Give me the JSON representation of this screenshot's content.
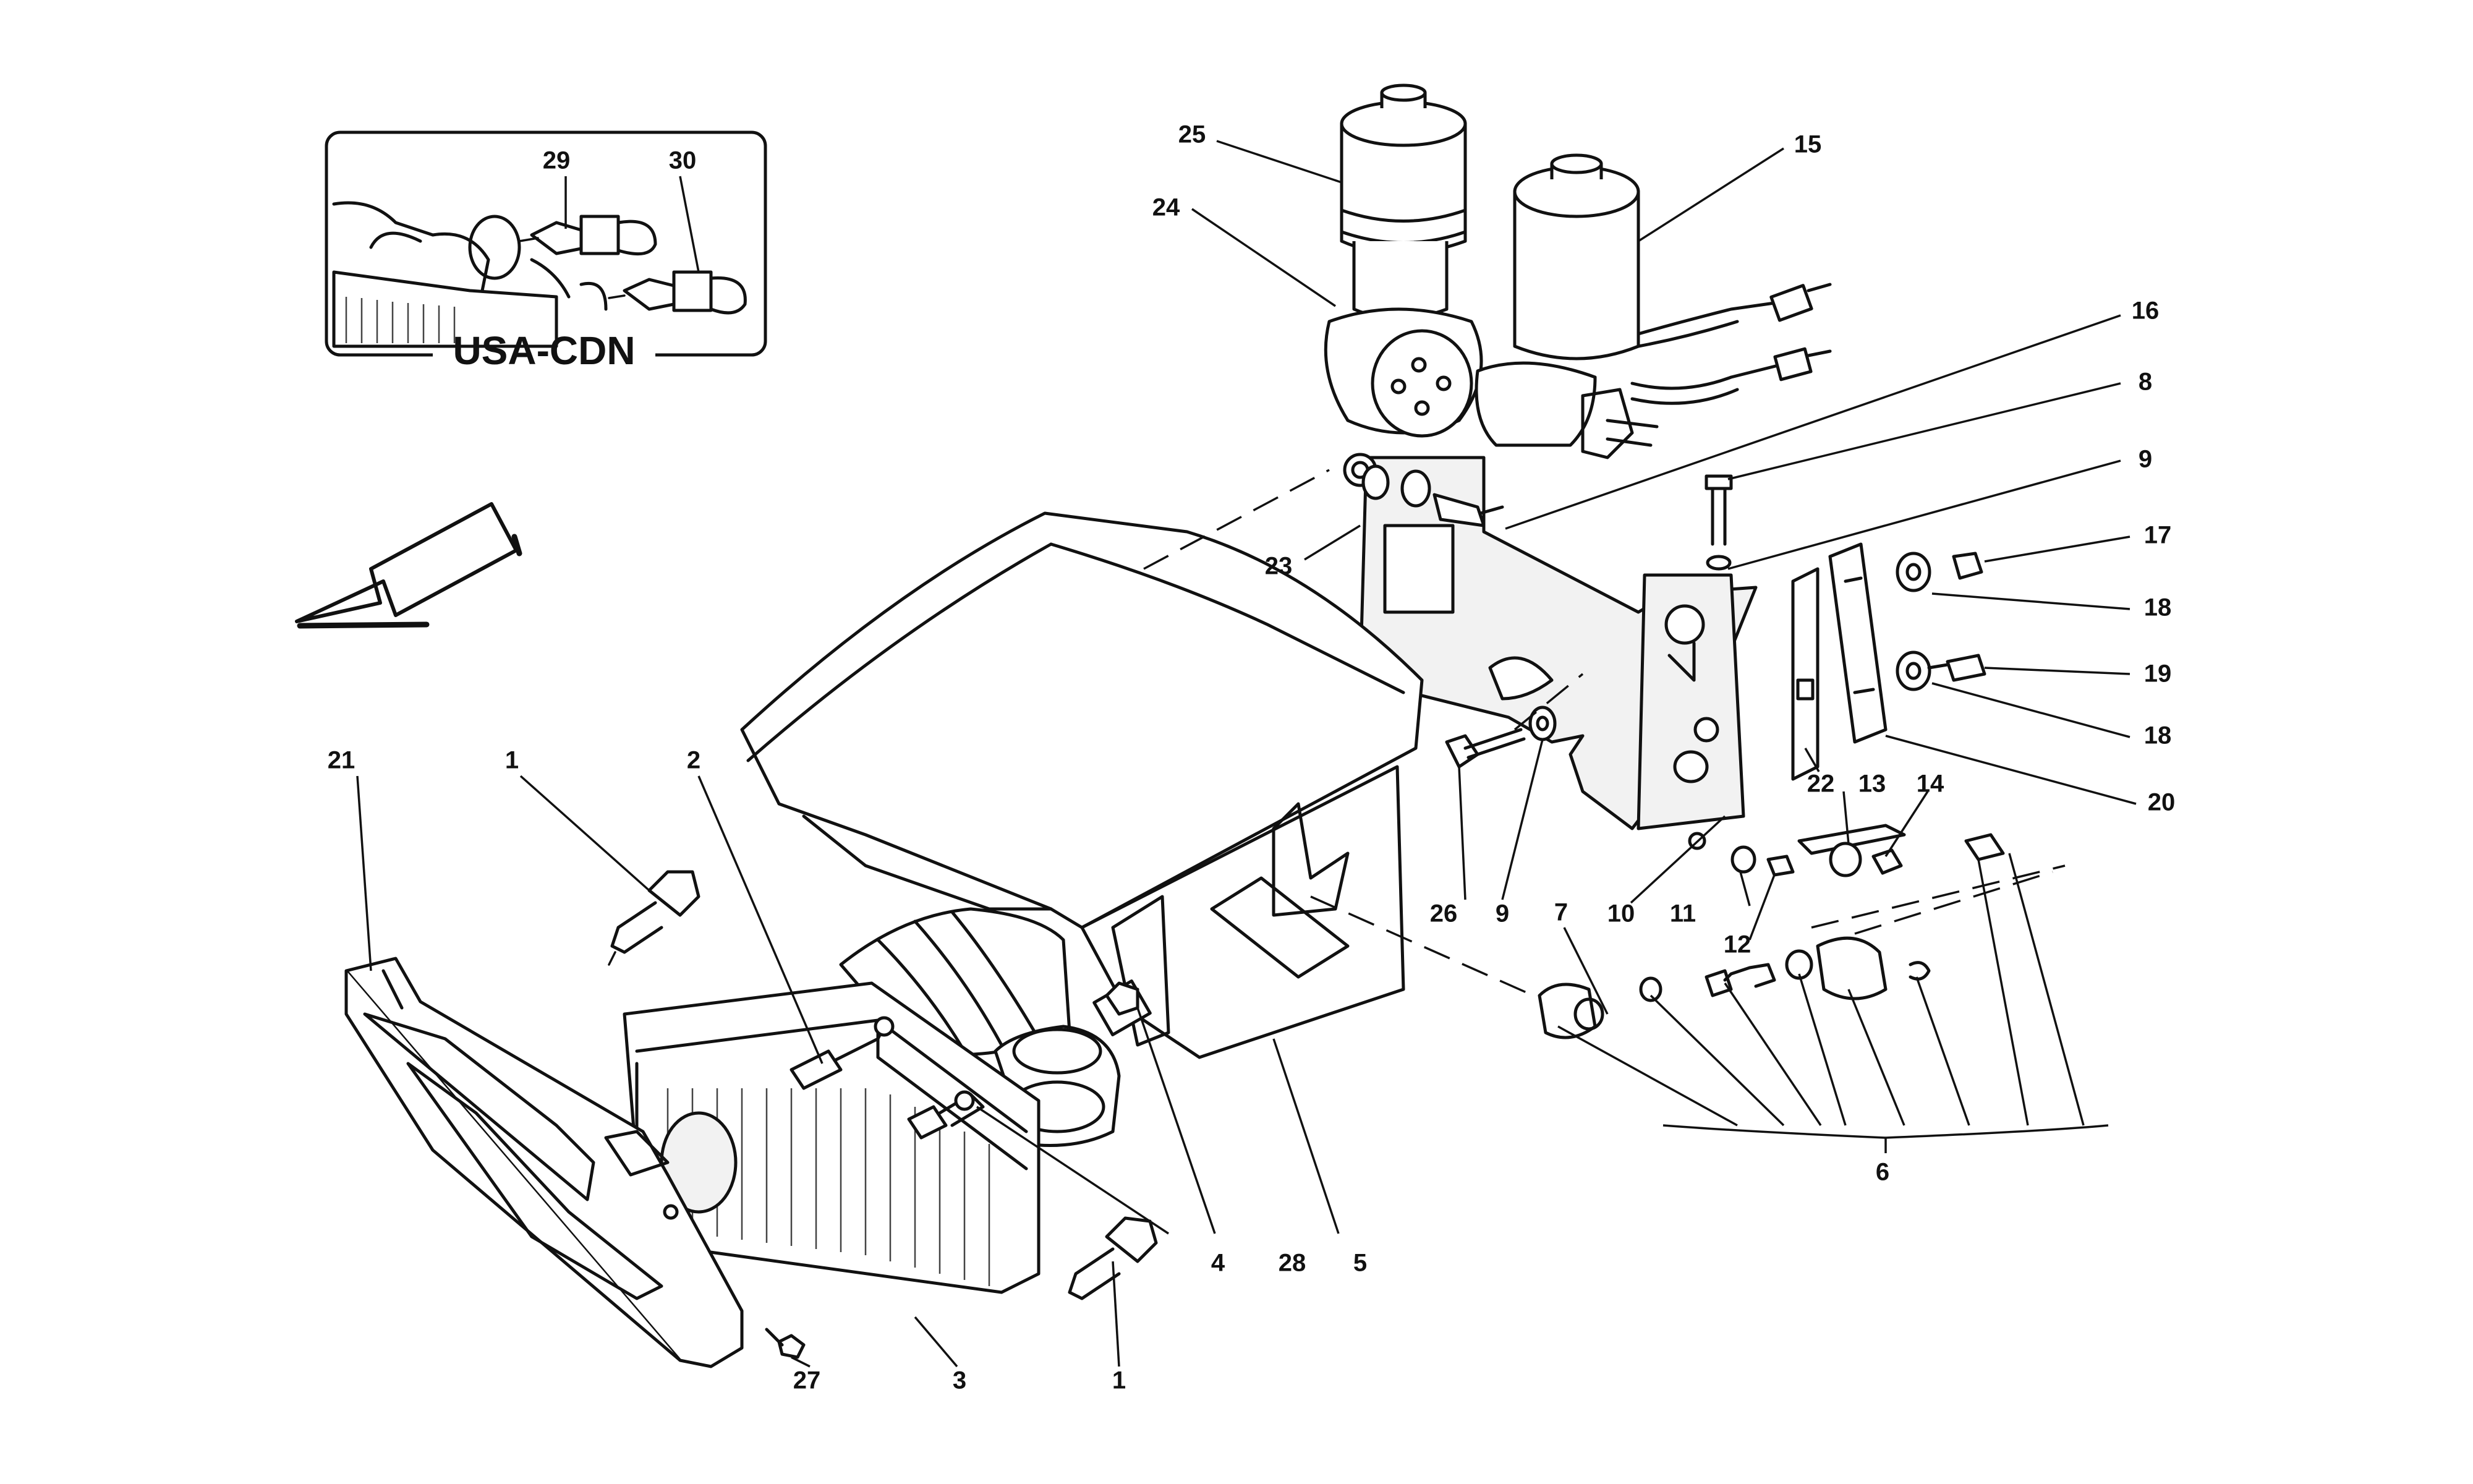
{
  "inset": {
    "title": "USA-CDN",
    "labels": [
      "29",
      "30"
    ]
  },
  "callouts": [
    "1",
    "1",
    "2",
    "3",
    "4",
    "5",
    "6",
    "7",
    "8",
    "9",
    "9",
    "10",
    "11",
    "12",
    "13",
    "14",
    "15",
    "16",
    "17",
    "18",
    "18",
    "19",
    "20",
    "21",
    "22",
    "23",
    "24",
    "25",
    "26",
    "27",
    "28"
  ]
}
